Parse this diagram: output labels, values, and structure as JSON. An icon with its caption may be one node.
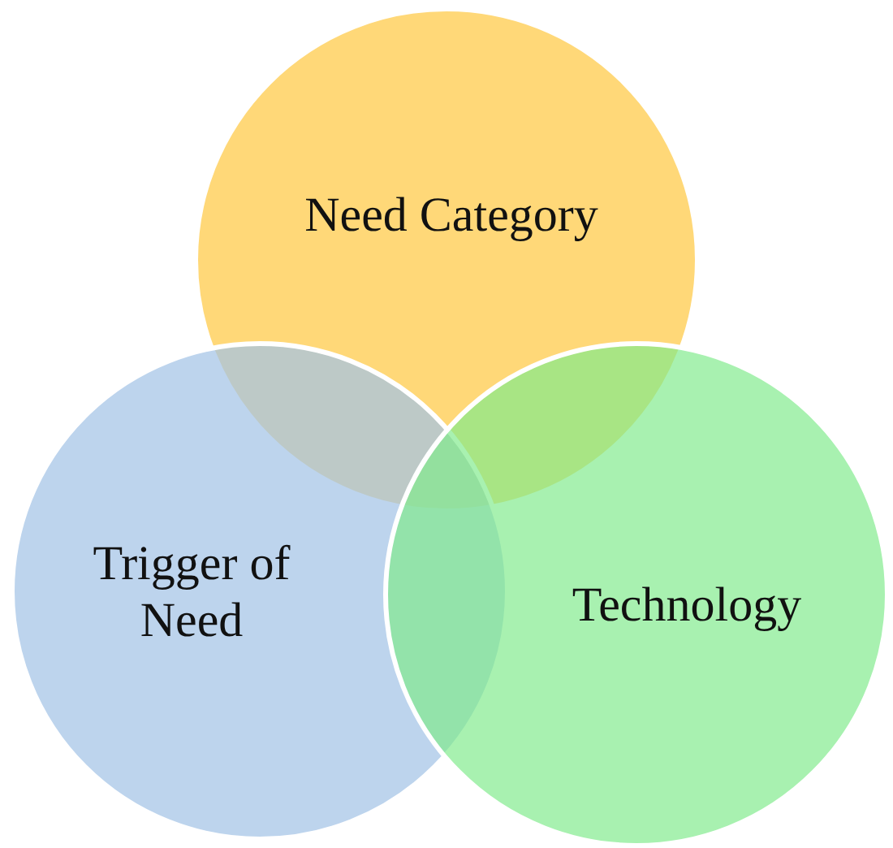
{
  "diagram": {
    "nodes": [
      {
        "text": [
          "Need Category"
        ]
      },
      {
        "text": [
          "Trigger of Need"
        ]
      },
      {
        "text": [
          "Technology"
        ]
      }
    ]
  }
}
